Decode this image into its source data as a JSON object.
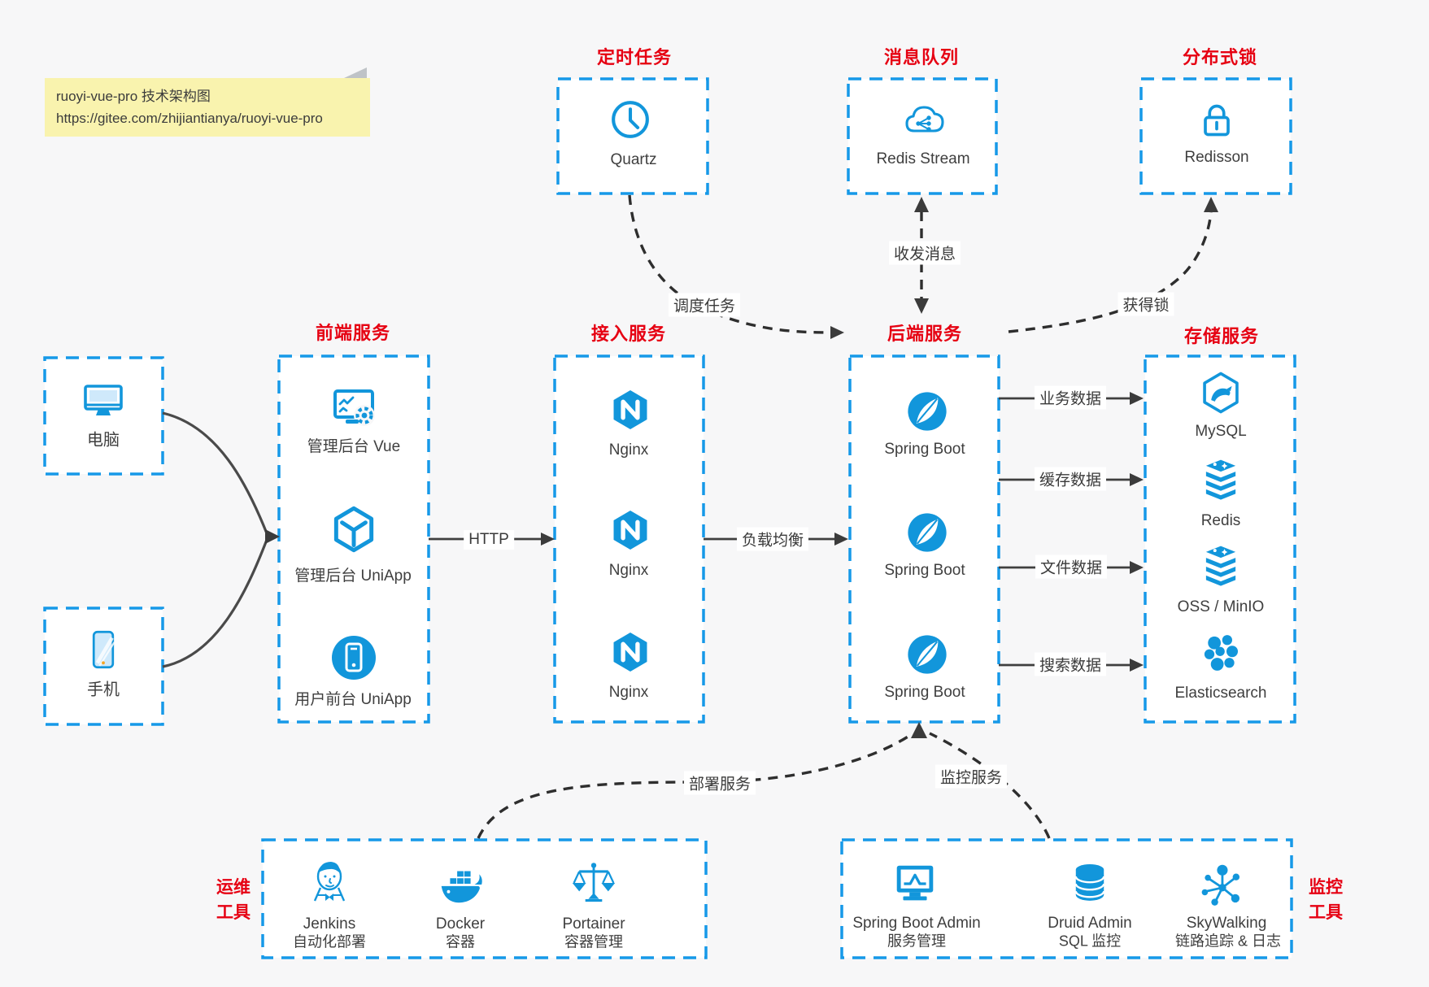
{
  "note": {
    "line1": "ruoyi-vue-pro 技术架构图",
    "line2": "https://gitee.com/zhijiantianya/ruoyi-vue-pro"
  },
  "top": {
    "scheduled": {
      "title": "定时任务",
      "label": "Quartz",
      "icon": "clock-icon"
    },
    "mq": {
      "title": "消息队列",
      "label": "Redis Stream",
      "icon": "cloud-share-icon"
    },
    "lock": {
      "title": "分布式锁",
      "label": "Redisson",
      "icon": "lock-icon"
    }
  },
  "clients": {
    "computer": "电脑",
    "phone": "手机"
  },
  "columns": {
    "frontend": {
      "title": "前端服务",
      "items": [
        {
          "label": "管理后台 Vue",
          "icon": "admin-vue-icon"
        },
        {
          "label": "管理后台 UniApp",
          "icon": "uniapp-cube-icon"
        },
        {
          "label": "用户前台 UniApp",
          "icon": "user-app-icon"
        }
      ]
    },
    "gateway": {
      "title": "接入服务",
      "items": [
        {
          "label": "Nginx",
          "icon": "nginx-icon"
        },
        {
          "label": "Nginx",
          "icon": "nginx-icon"
        },
        {
          "label": "Nginx",
          "icon": "nginx-icon"
        }
      ]
    },
    "backend": {
      "title": "后端服务",
      "items": [
        {
          "label": "Spring Boot",
          "icon": "spring-boot-icon"
        },
        {
          "label": "Spring Boot",
          "icon": "spring-boot-icon"
        },
        {
          "label": "Spring Boot",
          "icon": "spring-boot-icon"
        }
      ]
    },
    "storage": {
      "title": "存储服务",
      "items": [
        {
          "label": "MySQL",
          "icon": "mysql-icon"
        },
        {
          "label": "Redis",
          "icon": "redis-stack-icon"
        },
        {
          "label": "OSS / MinIO",
          "icon": "oss-stack-icon"
        },
        {
          "label": "Elasticsearch",
          "icon": "elasticsearch-icon"
        }
      ]
    }
  },
  "bottom": {
    "ops": {
      "title_line1": "运维",
      "title_line2": "工具",
      "items": [
        {
          "name": "Jenkins",
          "desc": "自动化部署",
          "icon": "jenkins-icon"
        },
        {
          "name": "Docker",
          "desc": "容器",
          "icon": "docker-icon"
        },
        {
          "name": "Portainer",
          "desc": "容器管理",
          "icon": "portainer-icon"
        }
      ]
    },
    "monitoring": {
      "title_line1": "监控",
      "title_line2": "工具",
      "items": [
        {
          "name": "Spring Boot Admin",
          "desc": "服务管理",
          "icon": "monitor-chart-icon"
        },
        {
          "name": "Druid Admin",
          "desc": "SQL 监控",
          "icon": "database-icon"
        },
        {
          "name": "SkyWalking",
          "desc": "链路追踪 & 日志",
          "icon": "topology-icon"
        }
      ]
    }
  },
  "edges": {
    "http": "HTTP",
    "load_balance": "负载均衡",
    "schedule": "调度任务",
    "message": "收发消息",
    "lock": "获得锁",
    "business": "业务数据",
    "cache": "缓存数据",
    "file": "文件数据",
    "search": "搜索数据",
    "deploy": "部署服务",
    "monitor": "监控服务"
  },
  "colors": {
    "accent_blue": "#1296db",
    "border_blue": "#1699e8",
    "title_red": "#e60012",
    "arrow_dark": "#3b3b3b",
    "note_bg": "#f9f3ae",
    "canvas_bg": "#f7f7f8"
  }
}
